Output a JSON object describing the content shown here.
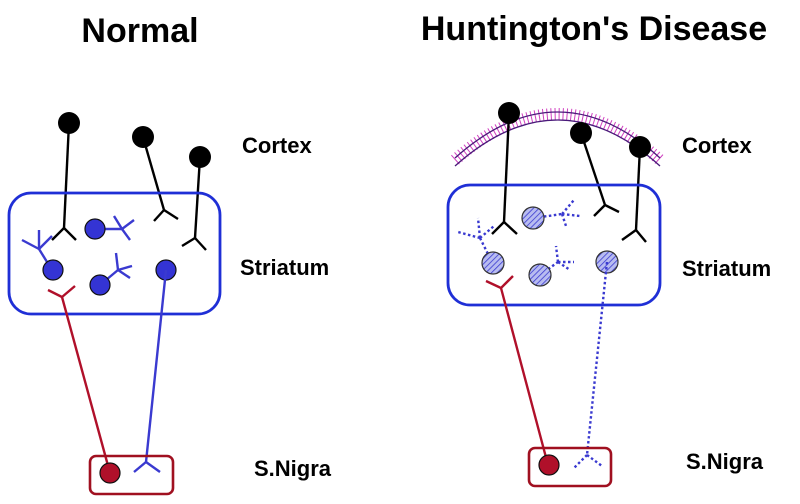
{
  "panels": {
    "normal": {
      "title": "Normal",
      "labels": {
        "cortex": "Cortex",
        "striatum": "Striatum",
        "snigra": "S.Nigra"
      }
    },
    "huntington": {
      "title": "Huntington's Disease",
      "labels": {
        "cortex": "Cortex",
        "striatum": "Striatum",
        "snigra": "S.Nigra"
      }
    }
  },
  "colors": {
    "cortex_neuron": "#000000",
    "striatal_neuron": "#3a3ad0",
    "striatum_box": "#1f2fd6",
    "nigral_neuron": "#b0102a",
    "nigra_box": "#a01020",
    "cortical_degeneration": "#d040c0"
  }
}
